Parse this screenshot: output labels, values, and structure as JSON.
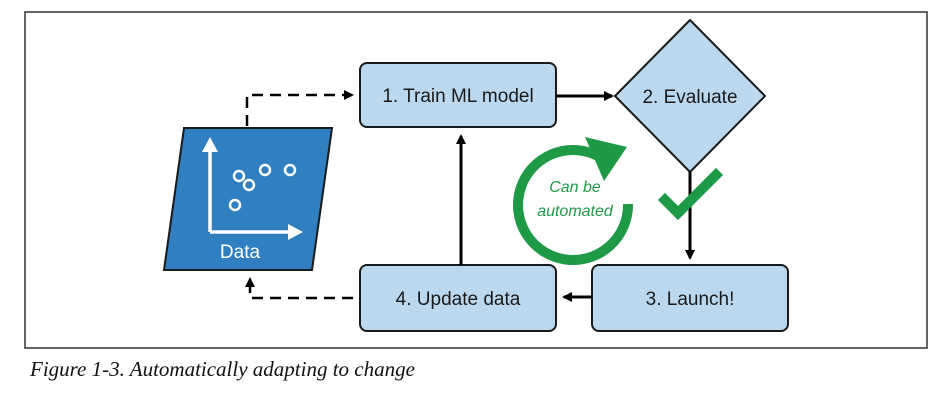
{
  "diagram": {
    "data_label": "Data",
    "automation": {
      "line1": "Can be",
      "line2": "automated"
    },
    "nodes": {
      "train": "1. Train ML model",
      "evaluate": "2. Evaluate",
      "launch": "3. Launch!",
      "update": "4. Update data"
    }
  },
  "caption": "Figure 1-3. Automatically adapting to change",
  "colors": {
    "box_fill": "#bcd8ee",
    "box_stroke": "#1a1a1a",
    "data_fill": "#2f7fc1",
    "automation_green": "#1e9a47",
    "check_green": "#1e9a47",
    "arrow": "#000000"
  }
}
